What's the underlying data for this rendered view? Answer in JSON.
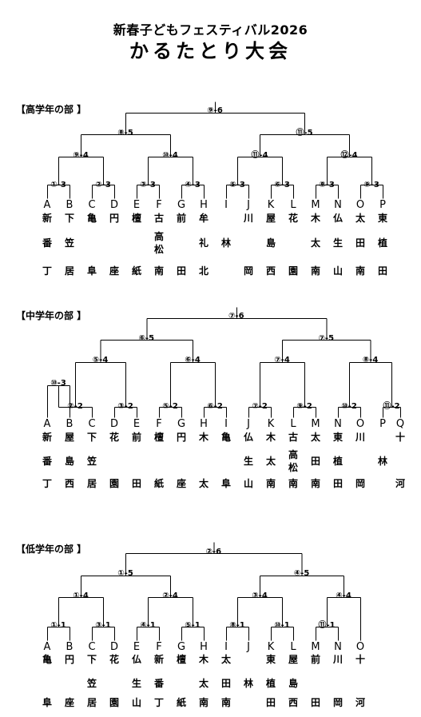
{
  "title": {
    "line1": "新春子どもフェスティバル2026",
    "line2": "かるたとり大会"
  },
  "sections": [
    {
      "id": "upper",
      "label": "【高学年の部 】",
      "teams": [
        {
          "letter": "A",
          "rows": [
            "新",
            "番",
            "丁"
          ]
        },
        {
          "letter": "B",
          "rows": [
            "下",
            "笠",
            "居"
          ]
        },
        {
          "letter": "C",
          "rows": [
            "亀",
            "",
            "阜"
          ]
        },
        {
          "letter": "D",
          "rows": [
            "円",
            "",
            "座"
          ]
        },
        {
          "letter": "E",
          "rows": [
            "檀",
            "",
            "紙"
          ]
        },
        {
          "letter": "F",
          "rows": [
            "古",
            "高\n松",
            "南"
          ]
        },
        {
          "letter": "G",
          "rows": [
            "前",
            "",
            "田"
          ]
        },
        {
          "letter": "H",
          "rows": [
            "牟",
            "礼",
            "北"
          ]
        },
        {
          "letter": "I",
          "rows": [
            "",
            "林",
            ""
          ]
        },
        {
          "letter": "J",
          "rows": [
            "川",
            "",
            "岡"
          ]
        },
        {
          "letter": "K",
          "rows": [
            "屋",
            "島",
            "西"
          ]
        },
        {
          "letter": "L",
          "rows": [
            "花",
            "",
            "園"
          ]
        },
        {
          "letter": "M",
          "rows": [
            "木",
            "太",
            "南"
          ]
        },
        {
          "letter": "N",
          "rows": [
            "仏",
            "生",
            "山"
          ]
        },
        {
          "letter": "O",
          "rows": [
            "太",
            "田",
            "南"
          ]
        },
        {
          "letter": "P",
          "rows": [
            "東",
            "植",
            "田"
          ]
        }
      ],
      "matches": [
        {
          "label": "①-3"
        },
        {
          "label": "②-3"
        },
        {
          "label": "③-3"
        },
        {
          "label": "④-3"
        },
        {
          "label": "⑤-3"
        },
        {
          "label": "⑥-3"
        },
        {
          "label": "⑧-3"
        },
        {
          "label": "⑨-3"
        },
        {
          "label": "⑨-4"
        },
        {
          "label": "⑩-4"
        },
        {
          "label": "⑪-4"
        },
        {
          "label": "⑫-4"
        },
        {
          "label": "⑧-5"
        },
        {
          "label": "⑪-5"
        },
        {
          "label": "⑨-6"
        }
      ]
    },
    {
      "id": "middle",
      "label": "【中学年の部 】",
      "teams": [
        {
          "letter": "A",
          "rows": [
            "新",
            "番",
            "丁"
          ]
        },
        {
          "letter": "B",
          "rows": [
            "屋",
            "島",
            "西"
          ]
        },
        {
          "letter": "C",
          "rows": [
            "下",
            "笠",
            "居"
          ]
        },
        {
          "letter": "D",
          "rows": [
            "花",
            "",
            "園"
          ]
        },
        {
          "letter": "E",
          "rows": [
            "前",
            "",
            "田"
          ]
        },
        {
          "letter": "F",
          "rows": [
            "檀",
            "",
            "紙"
          ]
        },
        {
          "letter": "G",
          "rows": [
            "円",
            "",
            "座"
          ]
        },
        {
          "letter": "H",
          "rows": [
            "木",
            "",
            "太"
          ]
        },
        {
          "letter": "I",
          "rows": [
            "亀",
            "",
            "阜"
          ]
        },
        {
          "letter": "J",
          "rows": [
            "仏",
            "生",
            "山"
          ]
        },
        {
          "letter": "K",
          "rows": [
            "木",
            "太",
            "南"
          ]
        },
        {
          "letter": "L",
          "rows": [
            "古",
            "高\n松",
            "南"
          ]
        },
        {
          "letter": "M",
          "rows": [
            "太",
            "田",
            "南"
          ]
        },
        {
          "letter": "N",
          "rows": [
            "東",
            "植",
            "田"
          ]
        },
        {
          "letter": "O",
          "rows": [
            "川",
            "",
            "岡"
          ]
        },
        {
          "letter": "P",
          "rows": [
            "",
            "林",
            ""
          ]
        },
        {
          "letter": "Q",
          "rows": [
            "十",
            "",
            "河"
          ]
        }
      ],
      "matches": [
        {
          "label": "⑩-3"
        },
        {
          "label": "②-2"
        },
        {
          "label": "③-2"
        },
        {
          "label": "⑤-2"
        },
        {
          "label": "⑥-2"
        },
        {
          "label": "⑦-2"
        },
        {
          "label": "⑨-2"
        },
        {
          "label": "⑩-2"
        },
        {
          "label": "⑪-2"
        },
        {
          "label": "⑤-4"
        },
        {
          "label": "⑥-4"
        },
        {
          "label": "⑦-4"
        },
        {
          "label": "⑧-4"
        },
        {
          "label": "⑥-5"
        },
        {
          "label": "⑦-5"
        },
        {
          "label": "⑦-6"
        }
      ]
    },
    {
      "id": "lower",
      "label": "【低学年の部 】",
      "teams": [
        {
          "letter": "A",
          "rows": [
            "亀",
            "",
            "阜"
          ]
        },
        {
          "letter": "B",
          "rows": [
            "円",
            "",
            "座"
          ]
        },
        {
          "letter": "C",
          "rows": [
            "下",
            "笠",
            "居"
          ]
        },
        {
          "letter": "D",
          "rows": [
            "花",
            "",
            "園"
          ]
        },
        {
          "letter": "E",
          "rows": [
            "仏",
            "生",
            "山"
          ]
        },
        {
          "letter": "F",
          "rows": [
            "新",
            "番",
            "丁"
          ]
        },
        {
          "letter": "G",
          "rows": [
            "檀",
            "",
            "紙"
          ]
        },
        {
          "letter": "H",
          "rows": [
            "木",
            "太",
            "南"
          ]
        },
        {
          "letter": "I",
          "rows": [
            "太",
            "田",
            "南"
          ]
        },
        {
          "letter": "J",
          "rows": [
            "",
            "林",
            ""
          ]
        },
        {
          "letter": "K",
          "rows": [
            "東",
            "植",
            "田"
          ]
        },
        {
          "letter": "L",
          "rows": [
            "屋",
            "島",
            "西"
          ]
        },
        {
          "letter": "M",
          "rows": [
            "前",
            "",
            "田"
          ]
        },
        {
          "letter": "N",
          "rows": [
            "川",
            "",
            "岡"
          ]
        },
        {
          "letter": "O",
          "rows": [
            "十",
            "",
            "河"
          ]
        }
      ],
      "matches": [
        {
          "label": "①-1"
        },
        {
          "label": "③-1"
        },
        {
          "label": "④-1"
        },
        {
          "label": "⑤-1"
        },
        {
          "label": "⑧-1"
        },
        {
          "label": "⑩-1"
        },
        {
          "label": "⑪-1"
        },
        {
          "label": "①-4"
        },
        {
          "label": "②-4"
        },
        {
          "label": "③-4"
        },
        {
          "label": "④-4"
        },
        {
          "label": "①-5"
        },
        {
          "label": "④-5"
        },
        {
          "label": "②-6"
        }
      ]
    }
  ]
}
